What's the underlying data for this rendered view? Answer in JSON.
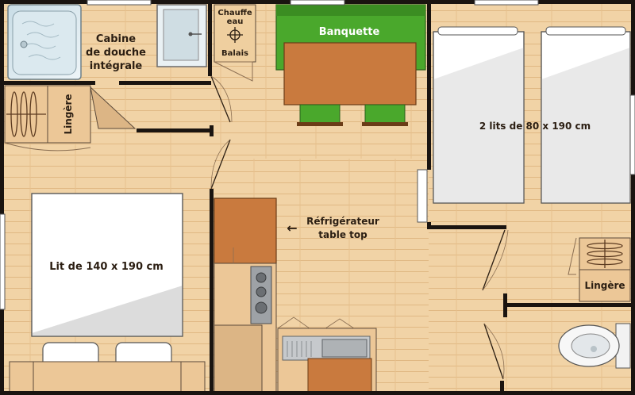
{
  "labels": {
    "shower_line1": "Cabine",
    "shower_line2": "de douche",
    "shower_line3": "intégrale",
    "heater_line1": "Chauffe",
    "heater_line2": "eau",
    "broom": "Balais",
    "bench": "Banquette",
    "twin_beds": "2 lits de 80 x 190 cm",
    "linen_left": "Lingère",
    "linen_right": "Lingère",
    "double_bed": "Lit de 140 x 190 cm",
    "fridge_line1": "Réfrigérateur",
    "fridge_line2": "table top",
    "fridge_arrow": "←"
  },
  "colors": {
    "floor": "#f1d3a6",
    "floor_plank": "#e3bc85",
    "wall": "#1a1410",
    "table": "#c97a3e",
    "bench": "#4aa82c",
    "mattress": "#ffffff",
    "mattress_shadow": "#cfcfcf",
    "cabinet": "#ecc797",
    "stove": "#9ea2a6",
    "sink": "#c6c9cc"
  }
}
